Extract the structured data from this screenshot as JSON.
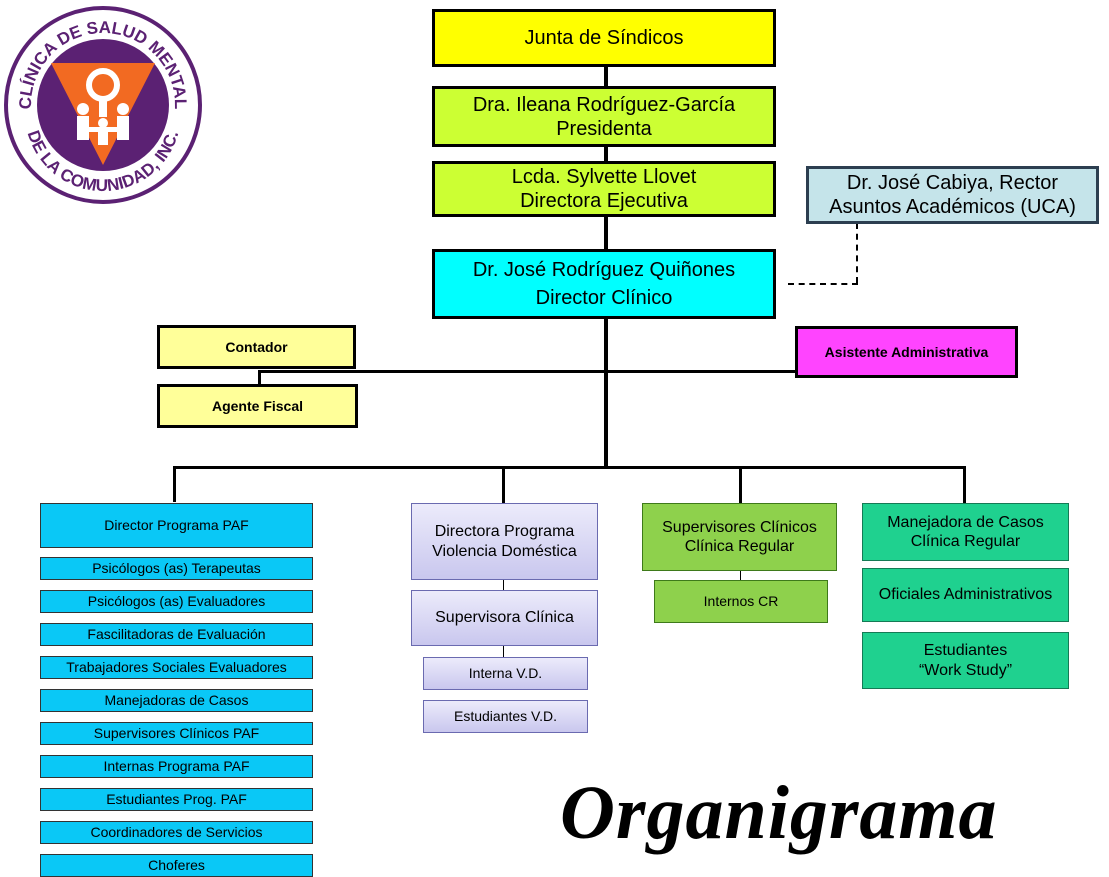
{
  "logo": {
    "top_text": "CLÍNICA DE SALUD MENTAL",
    "bottom_text": "DE LA COMUNIDAD, INC."
  },
  "board": "Junta de Síndicos",
  "president": {
    "name": "Dra. Ileana Rodríguez-García",
    "role": "Presidenta"
  },
  "executive": {
    "name": "Lcda. Sylvette Llovet",
    "role": "Directora Ejecutiva"
  },
  "rector": {
    "name": "Dr. José Cabiya, Rector",
    "role": "Asuntos Académicos (UCA)"
  },
  "clinical_director": {
    "name": "Dr. José Rodríguez Quiñones",
    "role": "Director Clínico"
  },
  "contador": "Contador",
  "agente_fiscal": "Agente Fiscal",
  "asistente": "Asistente Administrativa",
  "paf": {
    "director": "Director Programa PAF",
    "items": [
      "Psicólogos (as) Terapeutas",
      "Psicólogos (as) Evaluadores",
      "Fascilitadoras de Evaluación",
      "Trabajadores Sociales Evaluadores",
      "Manejadoras de Casos",
      "Supervisores Clínicos  PAF",
      "Internas Programa PAF",
      "Estudiantes Prog. PAF",
      "Coordinadores de Servicios",
      "Choferes"
    ]
  },
  "vd": {
    "director": [
      "Directora Programa",
      "Violencia Doméstica"
    ],
    "supervisora": "Supervisora Clínica",
    "interna": "Interna V.D.",
    "estudiantes": "Estudiantes V.D."
  },
  "cr": {
    "supervisores": [
      "Supervisores Clínicos",
      "Clínica Regular"
    ],
    "internos": "Internos CR"
  },
  "manejadora": {
    "title": [
      "Manejadora de Casos",
      "Clínica Regular"
    ],
    "oficiales": "Oficiales Administrativos",
    "estudiantes": [
      "Estudiantes",
      "“Work Study”"
    ]
  },
  "title": "Organigrama"
}
